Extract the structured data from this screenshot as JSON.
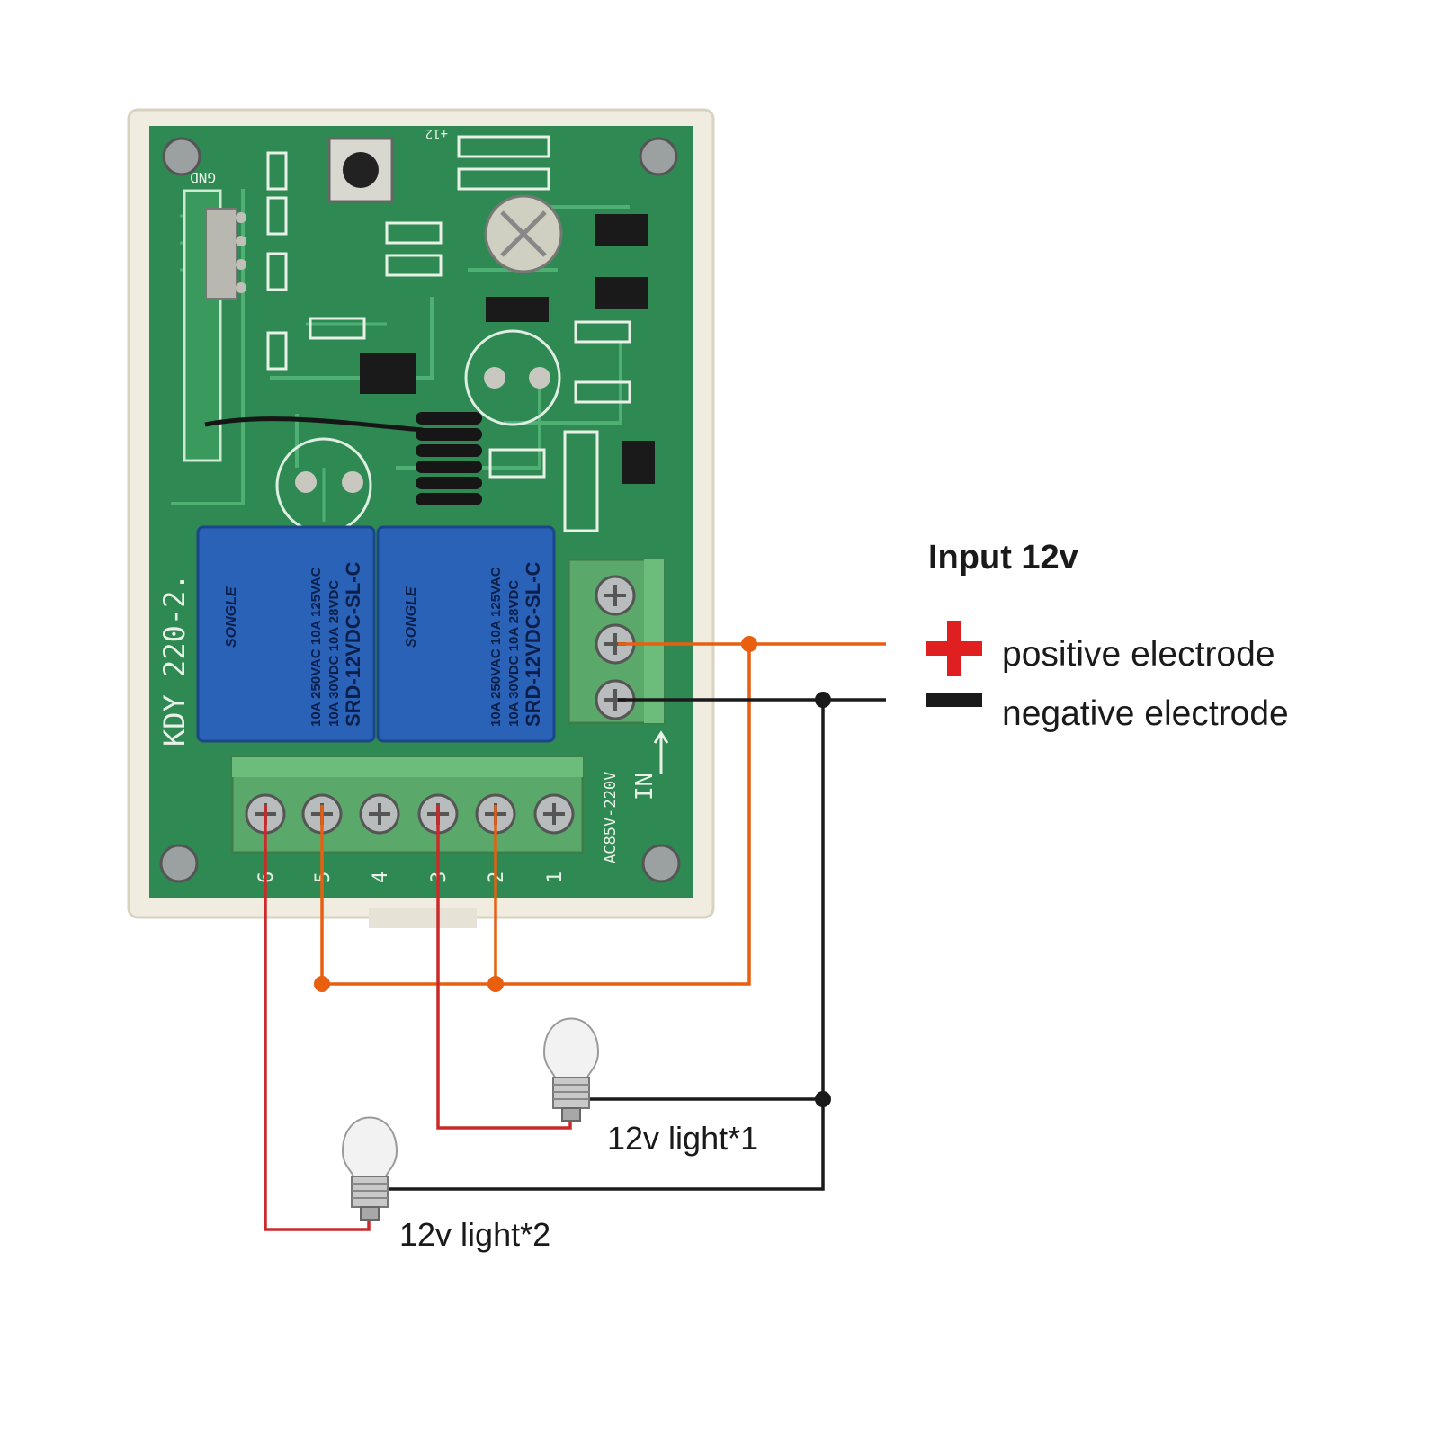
{
  "input_title": "Input 12v",
  "positive_label": "positive electrode",
  "negative_label": "negative electrode",
  "light1_label": "12v light*1",
  "light2_label": "12v light*2",
  "board": {
    "model": "KDY 220-2.",
    "gnd": "GND",
    "plus12": "+12",
    "ac_range": "AC85V-220V",
    "in_label": "IN",
    "terminal_numbers": [
      "6",
      "5",
      "4",
      "3",
      "2",
      "1"
    ],
    "relay_brand": "SONGLE",
    "relay_model": "SRD-12VDC-SL-C",
    "relay_ratings": [
      "10A 250VAC  10A 125VAC",
      "10A 30VDC   10A 28VDC"
    ]
  },
  "colors": {
    "positive": "#e85f0f",
    "negative": "#1a1a1a",
    "lamp_wire": "#cc2a2a",
    "pcb": "#2e8a52",
    "relay": "#2a62b8",
    "terminal": "#5aa86a"
  }
}
